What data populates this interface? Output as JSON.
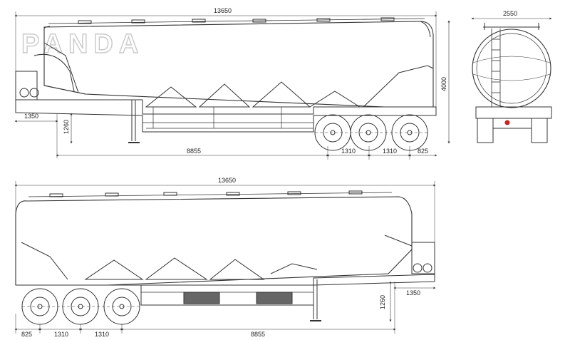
{
  "watermark": "PANDA",
  "top_view": {
    "overall_length": "13650",
    "front_overhang": "1350",
    "kingpin_height": "1260",
    "kingpin_to_axle": "8855",
    "axle_spacing_1": "1310",
    "axle_spacing_2": "1310",
    "rear_overhang": "825"
  },
  "end_view": {
    "width": "2550",
    "height": "4000"
  },
  "bottom_view": {
    "overall_length": "13650",
    "front_overhang": "1350",
    "kingpin_height": "1260",
    "kingpin_to_axle": "8855",
    "axle_spacing_1": "1310",
    "axle_spacing_2": "1310",
    "rear_overhang": "825"
  },
  "colors": {
    "line": "#333333",
    "accent_red": "#cc2222"
  }
}
